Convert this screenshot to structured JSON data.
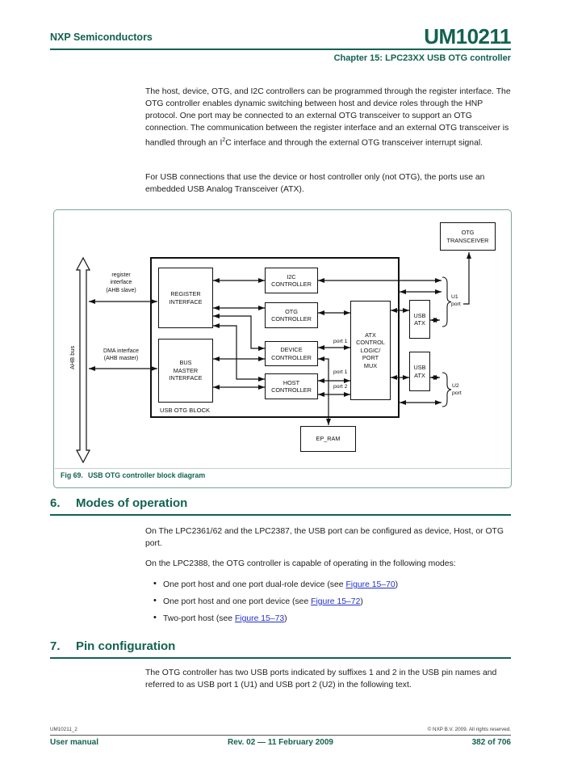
{
  "header": {
    "brand": "NXP Semiconductors",
    "doc_id": "UM10211",
    "chapter": "Chapter 15: LPC23XX USB OTG controller"
  },
  "intro": {
    "p1_before": "The host, device, OTG, and I2C controllers can be programmed through the register interface. The OTG controller enables dynamic switching between host and device roles through the HNP protocol. One port may be connected to an external OTG transceiver to support an OTG connection. The communication between the register interface and an external OTG transceiver is handled through an I",
    "p1_sup": "2",
    "p1_after": "C interface and through the external OTG transceiver interrupt signal.",
    "p2": "For USB connections that use the device or host controller only (not OTG), the ports use an embedded USB Analog Transceiver (ATX)."
  },
  "figure": {
    "caption_label": "Fig 69.",
    "caption_text": "USB OTG controller block diagram",
    "labels": {
      "ahb_bus": "AHB bus",
      "register_note": "register\ninterface\n(AHB slave)",
      "dma_note": "DMA interface\n(AHB master)",
      "usb_otg_block": "USB OTG BLOCK",
      "register_interface": "REGISTER\nINTERFACE",
      "bus_master_interface": "BUS\nMASTER\nINTERFACE",
      "i2c_controller": "I2C\nCONTROLLER",
      "otg_controller": "OTG\nCONTROLLER",
      "device_controller": "DEVICE\nCONTROLLER",
      "host_controller": "HOST\nCONTROLLER",
      "atx_mux": "ATX\nCONTROL\nLOGIC/\nPORT\nMUX",
      "usb_atx_1": "USB\nATX",
      "usb_atx_2": "USB\nATX",
      "otg_transceiver": "OTG\nTRANSCEIVER",
      "ep_ram": "EP_RAM",
      "port1_device": "port 1",
      "port1_host": "port 1",
      "port2_host": "port 2",
      "u1_port": "U1\nport",
      "u2_port": "U2\nport"
    }
  },
  "section6": {
    "number": "6.",
    "title": "Modes of operation",
    "p1": "On The LPC2361/62 and the LPC2387, the USB port can be configured as device, Host, or OTG port.",
    "p2": "On the LPC2388, the OTG controller is capable of operating in the following modes:",
    "bullets": [
      {
        "pre": "One port host and one port dual-role device (see ",
        "link": "Figure 15–70",
        "post": ")"
      },
      {
        "pre": "One port host and one port device (see ",
        "link": "Figure 15–72",
        "post": ")"
      },
      {
        "pre": "Two-port host (see ",
        "link": "Figure 15–73",
        "post": ")"
      }
    ]
  },
  "section7": {
    "number": "7.",
    "title": "Pin configuration",
    "p1": "The OTG controller has two USB ports indicated by suffixes 1 and 2 in the USB pin names and referred to as USB port 1 (U1) and USB port 2 (U2) in the following text."
  },
  "footer": {
    "doc_ref": "UM10211_2",
    "copyright": "© NXP B.V. 2009. All rights reserved.",
    "left": "User manual",
    "center": "Rev. 02 — 11 February 2009",
    "right": "382 of 706"
  },
  "colors": {
    "teal": "#136251",
    "link_blue": "#2330cc",
    "frame": "#7fa39a"
  }
}
